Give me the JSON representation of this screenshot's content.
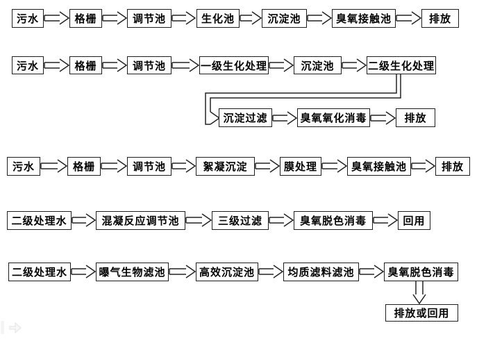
{
  "diagram": {
    "background": "#ffffff",
    "line_color": "#222222",
    "text_color": "#000000",
    "flows": [
      {
        "name": "flow-1-biochemical-ozone-contact",
        "steps": [
          "污水",
          "格栅",
          "调节池",
          "生化池",
          "沉淀池",
          "臭氧接触池",
          "排放"
        ]
      },
      {
        "name": "flow-2-two-stage-biochemical-ozone-oxidation",
        "steps": [
          "污水",
          "格栅",
          "调节池",
          "一级生化处理",
          "沉淀池",
          "二级生化处理",
          "沉淀过滤",
          "臭氧氧化消毒",
          "排放"
        ]
      },
      {
        "name": "flow-3-flocculation-membrane-ozone-contact",
        "steps": [
          "污水",
          "格栅",
          "调节池",
          "絮凝沉淀",
          "膜处理",
          "臭氧接触池",
          "排放"
        ]
      },
      {
        "name": "flow-4-tertiary-filtration-ozone-decolor-reuse",
        "steps": [
          "二级处理水",
          "混凝反应调节池",
          "三级过滤",
          "臭氧脱色消毒",
          "回用"
        ]
      },
      {
        "name": "flow-5-baf-sedimentation-filter-ozone-decolor",
        "steps": [
          "二级处理水",
          "曝气生物滤池",
          "高效沉淀池",
          "均质滤料滤池",
          "臭氧脱色消毒",
          "排放或回用"
        ]
      }
    ]
  }
}
